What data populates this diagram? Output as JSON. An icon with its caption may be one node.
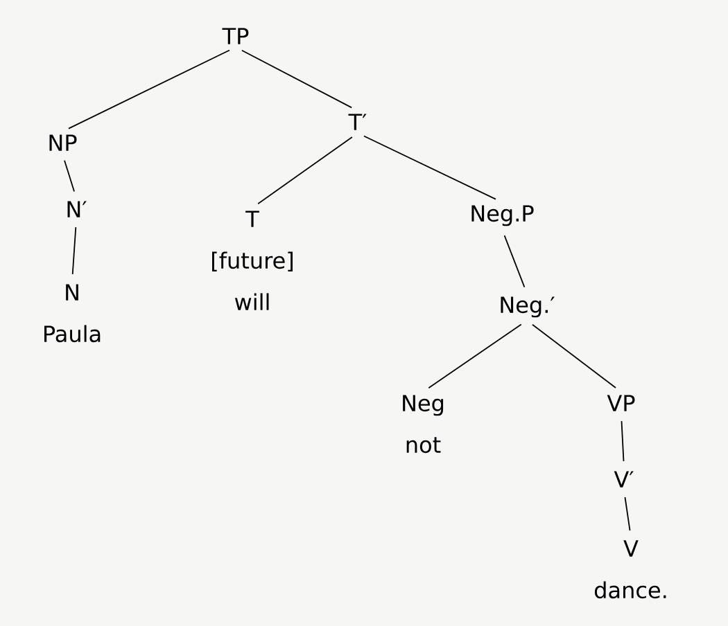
{
  "diagram": {
    "nodes": [
      {
        "text": [
          "TP"
        ]
      },
      {
        "text": [
          "NP"
        ]
      },
      {
        "text": [
          "N′"
        ]
      },
      {
        "text": [
          "N",
          "Paula"
        ]
      },
      {
        "text": [
          "T′"
        ]
      },
      {
        "text": [
          "T",
          "[future]",
          "will"
        ]
      },
      {
        "text": [
          "Neg.P"
        ]
      },
      {
        "text": [
          "Neg.′"
        ]
      },
      {
        "text": [
          "Neg",
          "not"
        ]
      },
      {
        "text": [
          "VP"
        ]
      },
      {
        "text": [
          "V′"
        ]
      },
      {
        "text": [
          "V",
          "dance."
        ]
      }
    ],
    "edges": [
      {
        "from": 0,
        "to": 1,
        "arrow": "none"
      },
      {
        "from": 0,
        "to": 4,
        "arrow": "none"
      },
      {
        "from": 1,
        "to": 2,
        "arrow": "none"
      },
      {
        "from": 2,
        "to": 3,
        "arrow": "none"
      },
      {
        "from": 4,
        "to": 5,
        "arrow": "none"
      },
      {
        "from": 4,
        "to": 6,
        "arrow": "none"
      },
      {
        "from": 6,
        "to": 7,
        "arrow": "none"
      },
      {
        "from": 7,
        "to": 8,
        "arrow": "none"
      },
      {
        "from": 7,
        "to": 9,
        "arrow": "none"
      },
      {
        "from": 9,
        "to": 10,
        "arrow": "none"
      },
      {
        "from": 10,
        "to": 11,
        "arrow": "none"
      }
    ]
  }
}
